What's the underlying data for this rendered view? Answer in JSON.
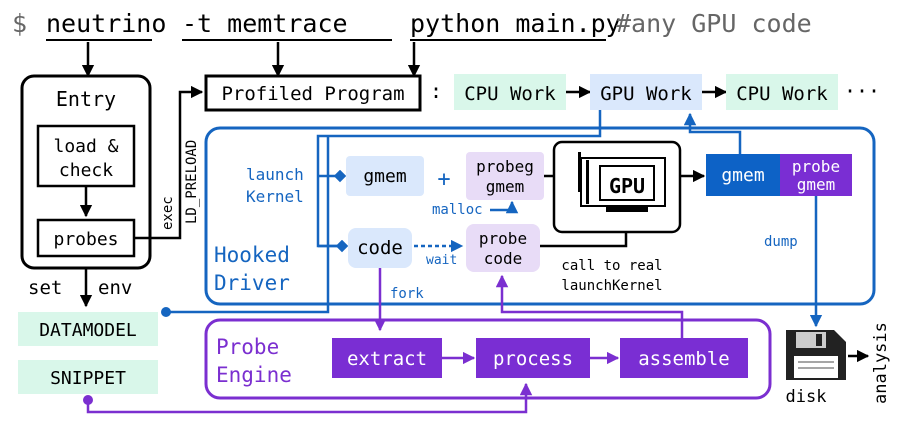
{
  "command": {
    "prompt": "$",
    "tool": "neutrino",
    "flag": "-t memtrace",
    "program": "python main.py",
    "comment": "#any GPU code"
  },
  "entry": {
    "title": "Entry",
    "load_check_line1": "load &",
    "load_check_line2": "check",
    "probes": "probes",
    "exec": "exec",
    "ld_preload": "LD_PRELOAD",
    "set": "set",
    "env": "env"
  },
  "timeline": {
    "profiled_program": "Profiled Program",
    "colon": ":",
    "items": [
      "CPU Work",
      "GPU Work",
      "CPU Work"
    ],
    "ellipsis": "···"
  },
  "hooked_driver": {
    "title_line1": "Hooked",
    "title_line2": "Driver",
    "launch_line1": "launch",
    "launch_line2": "Kernel",
    "gmem": "gmem",
    "plus": "+",
    "probe_gmem_line1": "probeg",
    "probe_gmem_line2": "gmem",
    "malloc": "malloc",
    "code": "code",
    "wait": "wait",
    "probe_code_line1": "probe",
    "probe_code_line2": "code",
    "gpu": "GPU",
    "call_line1": "call to real",
    "call_line2": "launchKernel",
    "out_gmem": "gmem",
    "out_probe_line1": "probe",
    "out_probe_line2": "gmem",
    "dump": "dump",
    "fork": "fork"
  },
  "left_labels": {
    "datamodel": "DATAMODEL",
    "snippet": "SNIPPET"
  },
  "probe_engine": {
    "title_line1": "Probe",
    "title_line2": "Engine",
    "steps": [
      "extract",
      "process",
      "assemble"
    ]
  },
  "output": {
    "disk": "disk",
    "analysis": "analysis"
  },
  "colors": {
    "blue": "#1565c0",
    "purple": "#7b2fd0",
    "mint": "#d9f7ea",
    "light_blue": "#dae8fc",
    "light_purple": "#e8dcf7",
    "dark_blue_fill": "#0d62c6",
    "purple_fill": "#7a2ed3",
    "gray": "#666666"
  },
  "icons": [
    "gpu-chip-icon",
    "floppy-disk-icon"
  ]
}
